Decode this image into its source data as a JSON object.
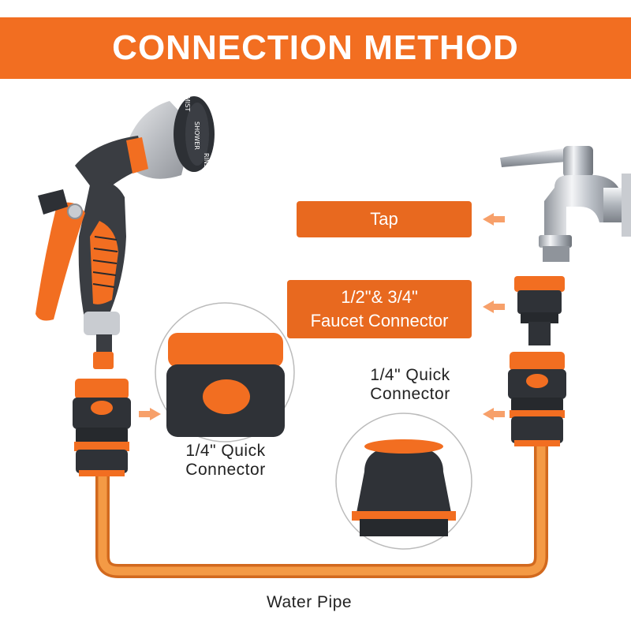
{
  "banner": {
    "title": "CONNECTION METHOD"
  },
  "labels": {
    "tap": "Tap",
    "faucet_line1": "1/2\"& 3/4\"",
    "faucet_line2": "Faucet Connector",
    "quick_right_line1": "1/4\" Quick",
    "quick_right_line2": "Connector",
    "quick_left_line1": "1/4\" Quick",
    "quick_left_line2": "Connector",
    "water_pipe": "Water Pipe"
  },
  "nozzle_dial": {
    "mist": "MIST",
    "shower": "SHOWER",
    "rinse": "RINSE"
  },
  "colors": {
    "brand_orange": "#f26e21",
    "label_orange": "#e8691f",
    "dark_gray": "#3a3d42",
    "chrome": "#c9ccd1",
    "pipe": "#f28a2e"
  },
  "icons": [
    "spray-nozzle-icon",
    "tap-icon",
    "faucet-connector-icon",
    "quick-connector-icon",
    "water-pipe-icon",
    "arrow-left-icon"
  ]
}
